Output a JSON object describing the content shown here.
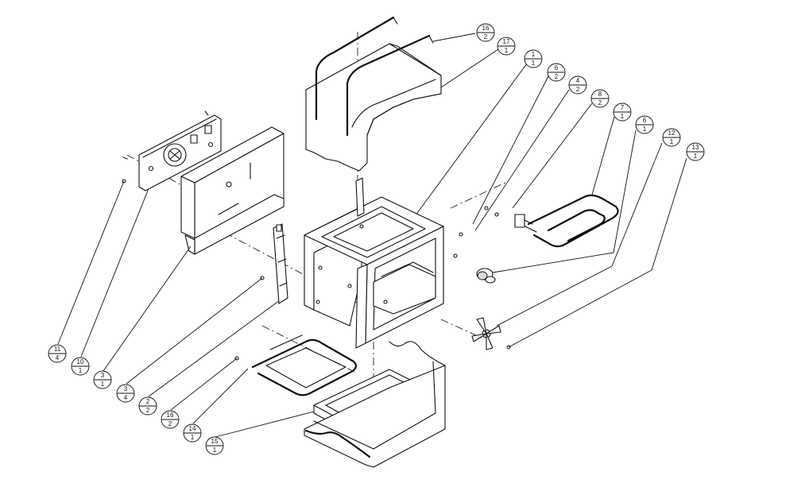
{
  "callouts": [
    {
      "id": "c16a",
      "part": "16",
      "qty": "2"
    },
    {
      "id": "c17",
      "part": "17",
      "qty": "1"
    },
    {
      "id": "c1",
      "part": "1",
      "qty": "1"
    },
    {
      "id": "c6a",
      "part": "6",
      "qty": "2"
    },
    {
      "id": "c4",
      "part": "4",
      "qty": "2"
    },
    {
      "id": "c8",
      "part": "8",
      "qty": "2"
    },
    {
      "id": "c7",
      "part": "7",
      "qty": "1"
    },
    {
      "id": "c6b",
      "part": "6",
      "qty": "1"
    },
    {
      "id": "c12",
      "part": "12",
      "qty": "1"
    },
    {
      "id": "c13",
      "part": "13",
      "qty": "1"
    },
    {
      "id": "c11",
      "part": "11",
      "qty": "4"
    },
    {
      "id": "c10",
      "part": "10",
      "qty": "1"
    },
    {
      "id": "c3a",
      "part": "3",
      "qty": "1"
    },
    {
      "id": "c3b",
      "part": "3",
      "qty": "4"
    },
    {
      "id": "c2",
      "part": "2",
      "qty": "2"
    },
    {
      "id": "c16b",
      "part": "16",
      "qty": "2"
    },
    {
      "id": "c14",
      "part": "14",
      "qty": "1"
    },
    {
      "id": "c15",
      "part": "15",
      "qty": "1"
    }
  ]
}
